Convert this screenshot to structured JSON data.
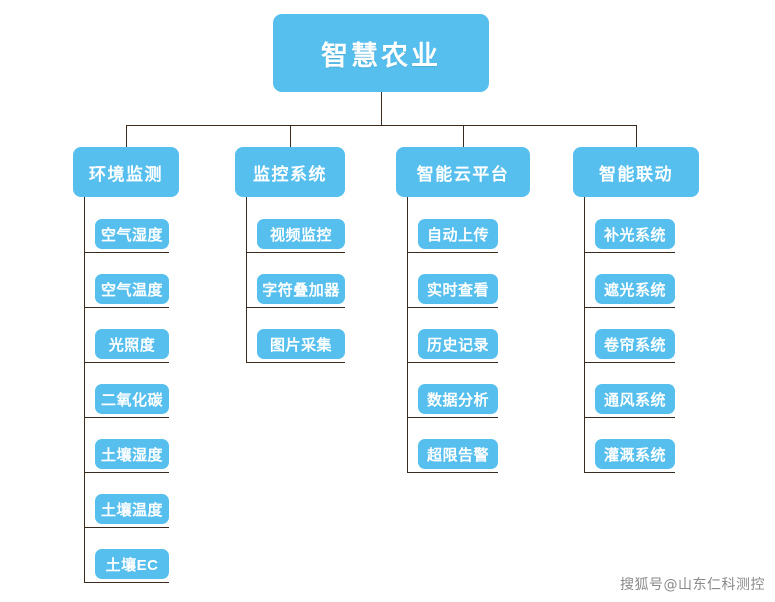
{
  "diagram": {
    "title": "智慧农业",
    "root": {
      "label": "智慧农业"
    },
    "branches": [
      {
        "label": "环境监测",
        "leaves": [
          {
            "label": "空气湿度"
          },
          {
            "label": "空气温度"
          },
          {
            "label": "光照度"
          },
          {
            "label": "二氧化碳"
          },
          {
            "label": "土壤湿度"
          },
          {
            "label": "土壤温度"
          },
          {
            "label": "土壤EC"
          }
        ]
      },
      {
        "label": "监控系统",
        "leaves": [
          {
            "label": "视频监控"
          },
          {
            "label": "字符叠加器"
          },
          {
            "label": "图片采集"
          }
        ]
      },
      {
        "label": "智能云平台",
        "leaves": [
          {
            "label": "自动上传"
          },
          {
            "label": "实时查看"
          },
          {
            "label": "历史记录"
          },
          {
            "label": "数据分析"
          },
          {
            "label": "超限告警"
          }
        ]
      },
      {
        "label": "智能联动",
        "leaves": [
          {
            "label": "补光系统"
          },
          {
            "label": "遮光系统"
          },
          {
            "label": "卷帘系统"
          },
          {
            "label": "通风系统"
          },
          {
            "label": "灌溉系统"
          }
        ]
      }
    ]
  },
  "watermark": {
    "text": "搜狐号@山东仁科测控"
  },
  "colors": {
    "node_fill": "#56bfee",
    "node_text": "#ffffff",
    "connector": "#3b2a1e",
    "background": "#ffffff",
    "watermark_text": "#8a8a8a"
  }
}
